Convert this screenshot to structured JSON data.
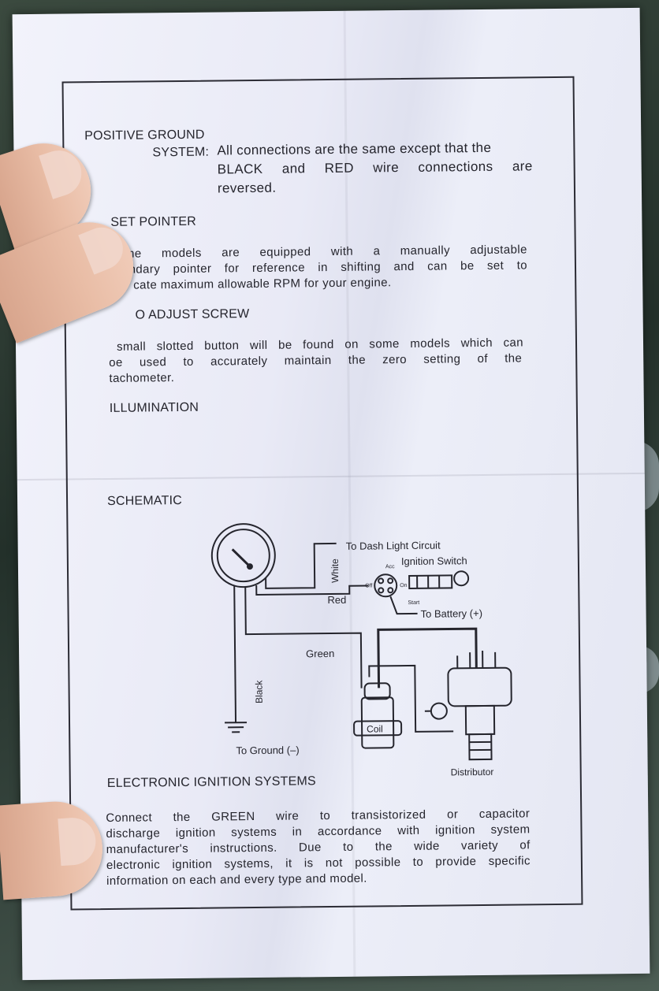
{
  "sections": {
    "positive_ground": {
      "title_line1": "POSITIVE GROUND",
      "title_line2": "SYSTEM:",
      "body_line1": "All connections are the same except that the",
      "body_line2": "BLACK and RED wire connections are",
      "body_line3": "reversed."
    },
    "set_pointer": {
      "title": "SET POINTER",
      "line1": "Some models are equipped with a manually adjustable",
      "line2": "condary pointer for reference in shifting and can be set to",
      "line3": "cate maximum allowable RPM for your engine."
    },
    "zero_adjust": {
      "title": "O ADJUST SCREW",
      "line1": "small slotted button will be found on some models which can",
      "line2": "oe used to accurately maintain the zero setting of the",
      "line3": "tachometer."
    },
    "illumination": {
      "title": "ILLUMINATION"
    },
    "schematic": {
      "title": "SCHEMATIC",
      "labels": {
        "dash_light": "To Dash Light Circuit",
        "ignition_switch": "Ignition Switch",
        "acc": "Acc",
        "off": "Off",
        "on": "On",
        "start": "Start",
        "battery": "To Battery (+)",
        "white": "White",
        "red": "Red",
        "green": "Green",
        "black": "Black",
        "coil": "Coil",
        "ground": "To Ground (–)",
        "distributor": "Distributor"
      }
    },
    "electronic_ignition": {
      "title": "ELECTRONIC IGNITION SYSTEMS",
      "line1": "Connect the GREEN wire to transistorized or capacitor",
      "line2": "discharge ignition systems in accordance with ignition system",
      "line3": "manufacturer's instructions. Due to the wide variety of",
      "line4": "electronic ignition systems, it is not possible to provide specific",
      "line5": "information on each and every type and model."
    }
  }
}
